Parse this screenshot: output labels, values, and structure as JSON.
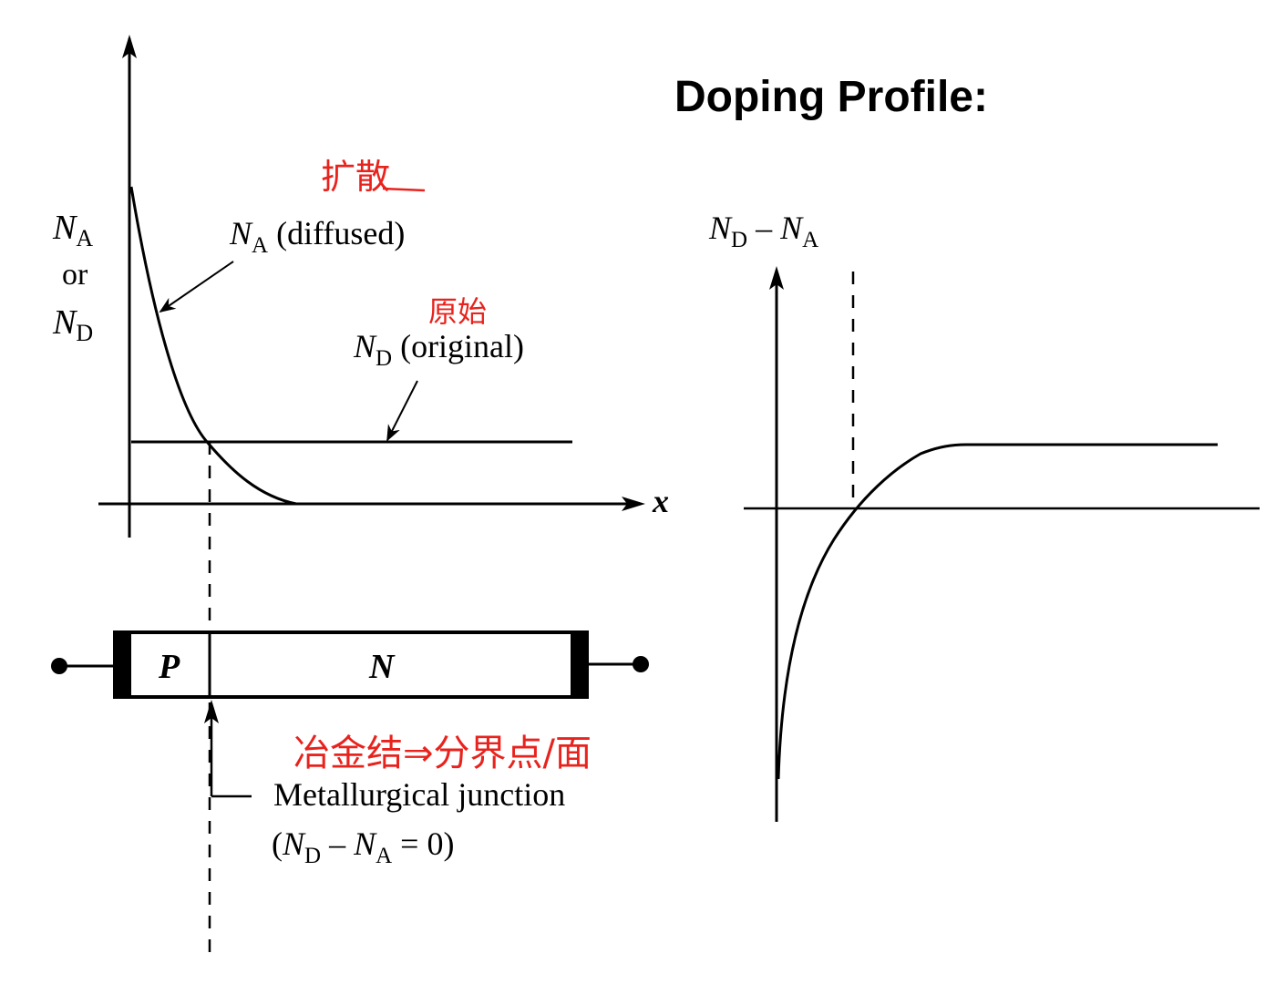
{
  "title": "Doping Profile:",
  "left_plot": {
    "y_axis_label": {
      "line1_sym": "N",
      "line1_sub": "A",
      "line2": "or",
      "line3_sym": "N",
      "line3_sub": "D"
    },
    "x_axis_label": "x",
    "curve_na": {
      "sym": "N",
      "sub": "A",
      "text": " (diffused)"
    },
    "curve_nd": {
      "sym": "N",
      "sub": "D",
      "text": " (original)"
    }
  },
  "device": {
    "p_label": "P",
    "n_label": "N"
  },
  "junction": {
    "line1": "Metallurgical junction",
    "line2_open": "(",
    "line2_sym1": "N",
    "line2_sub1": "D",
    "line2_minus": " – ",
    "line2_sym2": "N",
    "line2_sub2": "A",
    "line2_close": " = 0)"
  },
  "right_plot": {
    "y_axis_label": {
      "sym1": "N",
      "sub1": "D",
      "minus": " – ",
      "sym2": "N",
      "sub2": "A"
    }
  },
  "annotations": {
    "diffuse": "扩散",
    "original": "原始",
    "junction_note": "冶金结⇒分界点/面"
  },
  "colors": {
    "ink": "#000000",
    "annotation_red": "#e8231d",
    "background": "#ffffff"
  }
}
